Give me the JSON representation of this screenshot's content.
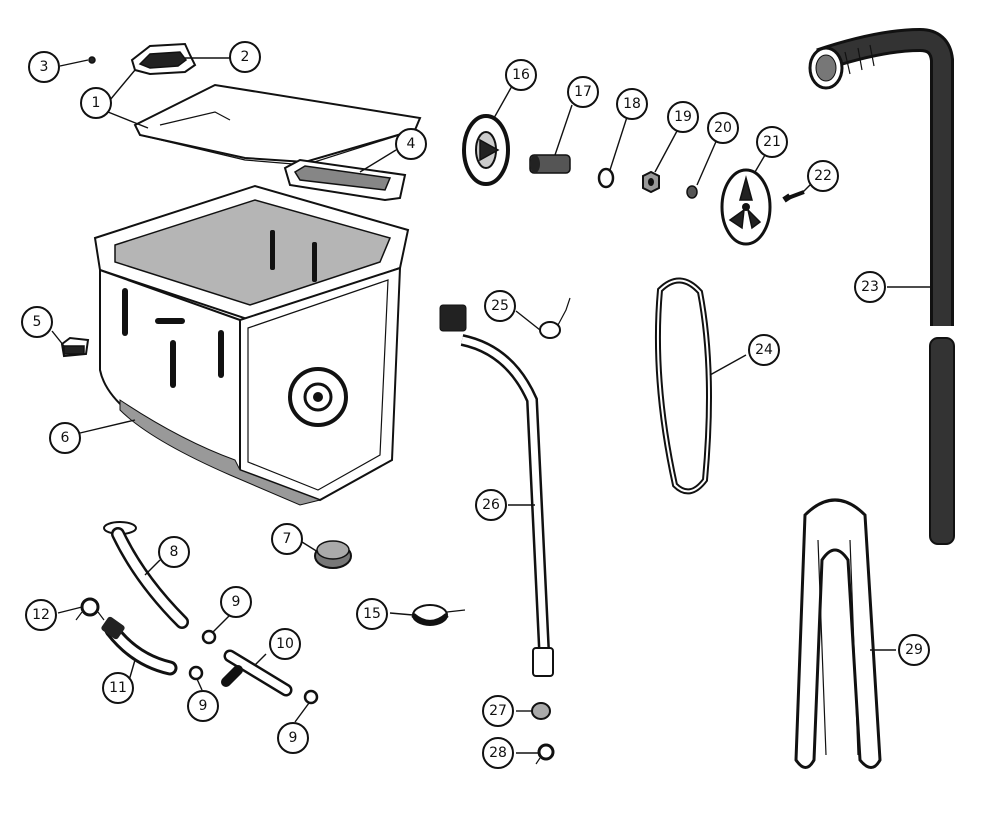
{
  "callouts": [
    {
      "id": "c1",
      "label": "1"
    },
    {
      "id": "c2",
      "label": "2"
    },
    {
      "id": "c3",
      "label": "3"
    },
    {
      "id": "c4",
      "label": "4"
    },
    {
      "id": "c5",
      "label": "5"
    },
    {
      "id": "c6",
      "label": "6"
    },
    {
      "id": "c7",
      "label": "7"
    },
    {
      "id": "c8",
      "label": "8"
    },
    {
      "id": "c9a",
      "label": "9"
    },
    {
      "id": "c9b",
      "label": "9"
    },
    {
      "id": "c9c",
      "label": "9"
    },
    {
      "id": "c10",
      "label": "10"
    },
    {
      "id": "c11",
      "label": "11"
    },
    {
      "id": "c12",
      "label": "12"
    },
    {
      "id": "c15",
      "label": "15"
    },
    {
      "id": "c16",
      "label": "16"
    },
    {
      "id": "c17",
      "label": "17"
    },
    {
      "id": "c18",
      "label": "18"
    },
    {
      "id": "c19",
      "label": "19"
    },
    {
      "id": "c20",
      "label": "20"
    },
    {
      "id": "c21",
      "label": "21"
    },
    {
      "id": "c22",
      "label": "22"
    },
    {
      "id": "c23",
      "label": "23"
    },
    {
      "id": "c24",
      "label": "24"
    },
    {
      "id": "c25",
      "label": "25"
    },
    {
      "id": "c26",
      "label": "26"
    },
    {
      "id": "c27",
      "label": "27"
    },
    {
      "id": "c28",
      "label": "28"
    },
    {
      "id": "c29",
      "label": "29"
    }
  ]
}
